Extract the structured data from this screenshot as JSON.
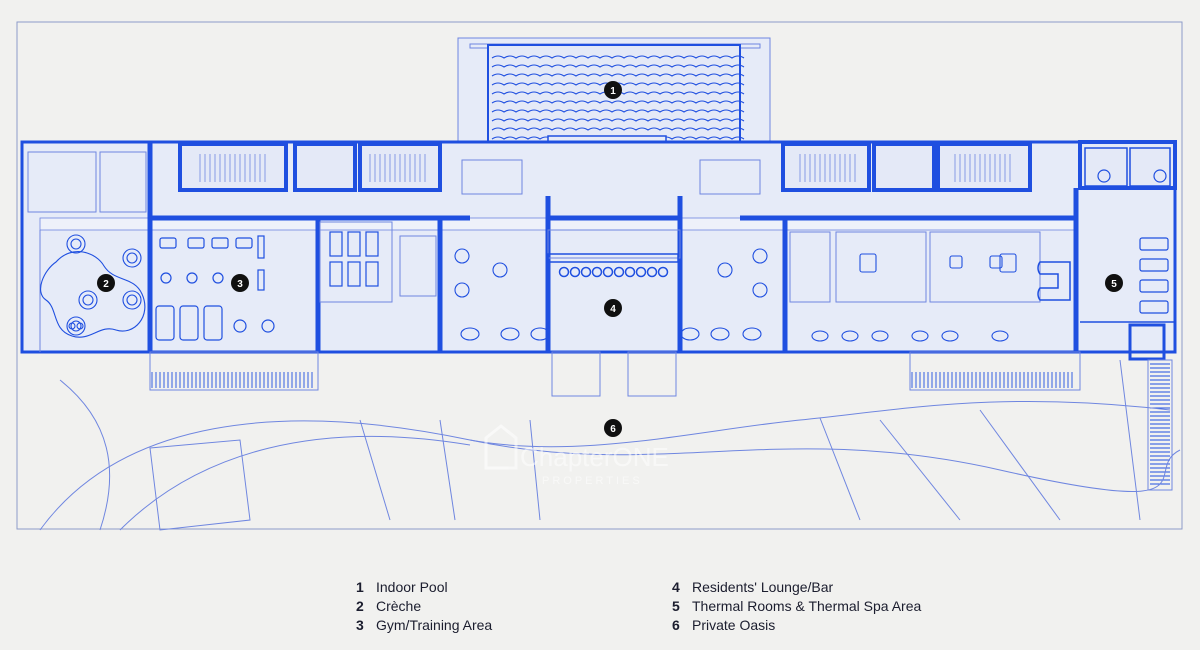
{
  "colors": {
    "background": "#f1f1ef",
    "wall": "#1f4fe0",
    "line": "#6f86e0",
    "room_fill": "#e6ebf8",
    "badge": "#101010",
    "badge_text": "#ffffff",
    "legend_text": "#1b1d2e"
  },
  "watermark": {
    "name": "ChapterONE",
    "sub": "PROPERTIES"
  },
  "markers": [
    {
      "id": 1,
      "label": "1"
    },
    {
      "id": 2,
      "label": "2"
    },
    {
      "id": 3,
      "label": "3"
    },
    {
      "id": 4,
      "label": "4"
    },
    {
      "id": 5,
      "label": "5"
    },
    {
      "id": 6,
      "label": "6"
    }
  ],
  "legend": [
    {
      "num": "1",
      "text": "Indoor Pool"
    },
    {
      "num": "2",
      "text": "Crèche"
    },
    {
      "num": "3",
      "text": "Gym/Training Area"
    },
    {
      "num": "4",
      "text": "Residents' Lounge/Bar"
    },
    {
      "num": "5",
      "text": "Thermal Rooms & Thermal Spa Area"
    },
    {
      "num": "6",
      "text": "Private Oasis"
    }
  ]
}
